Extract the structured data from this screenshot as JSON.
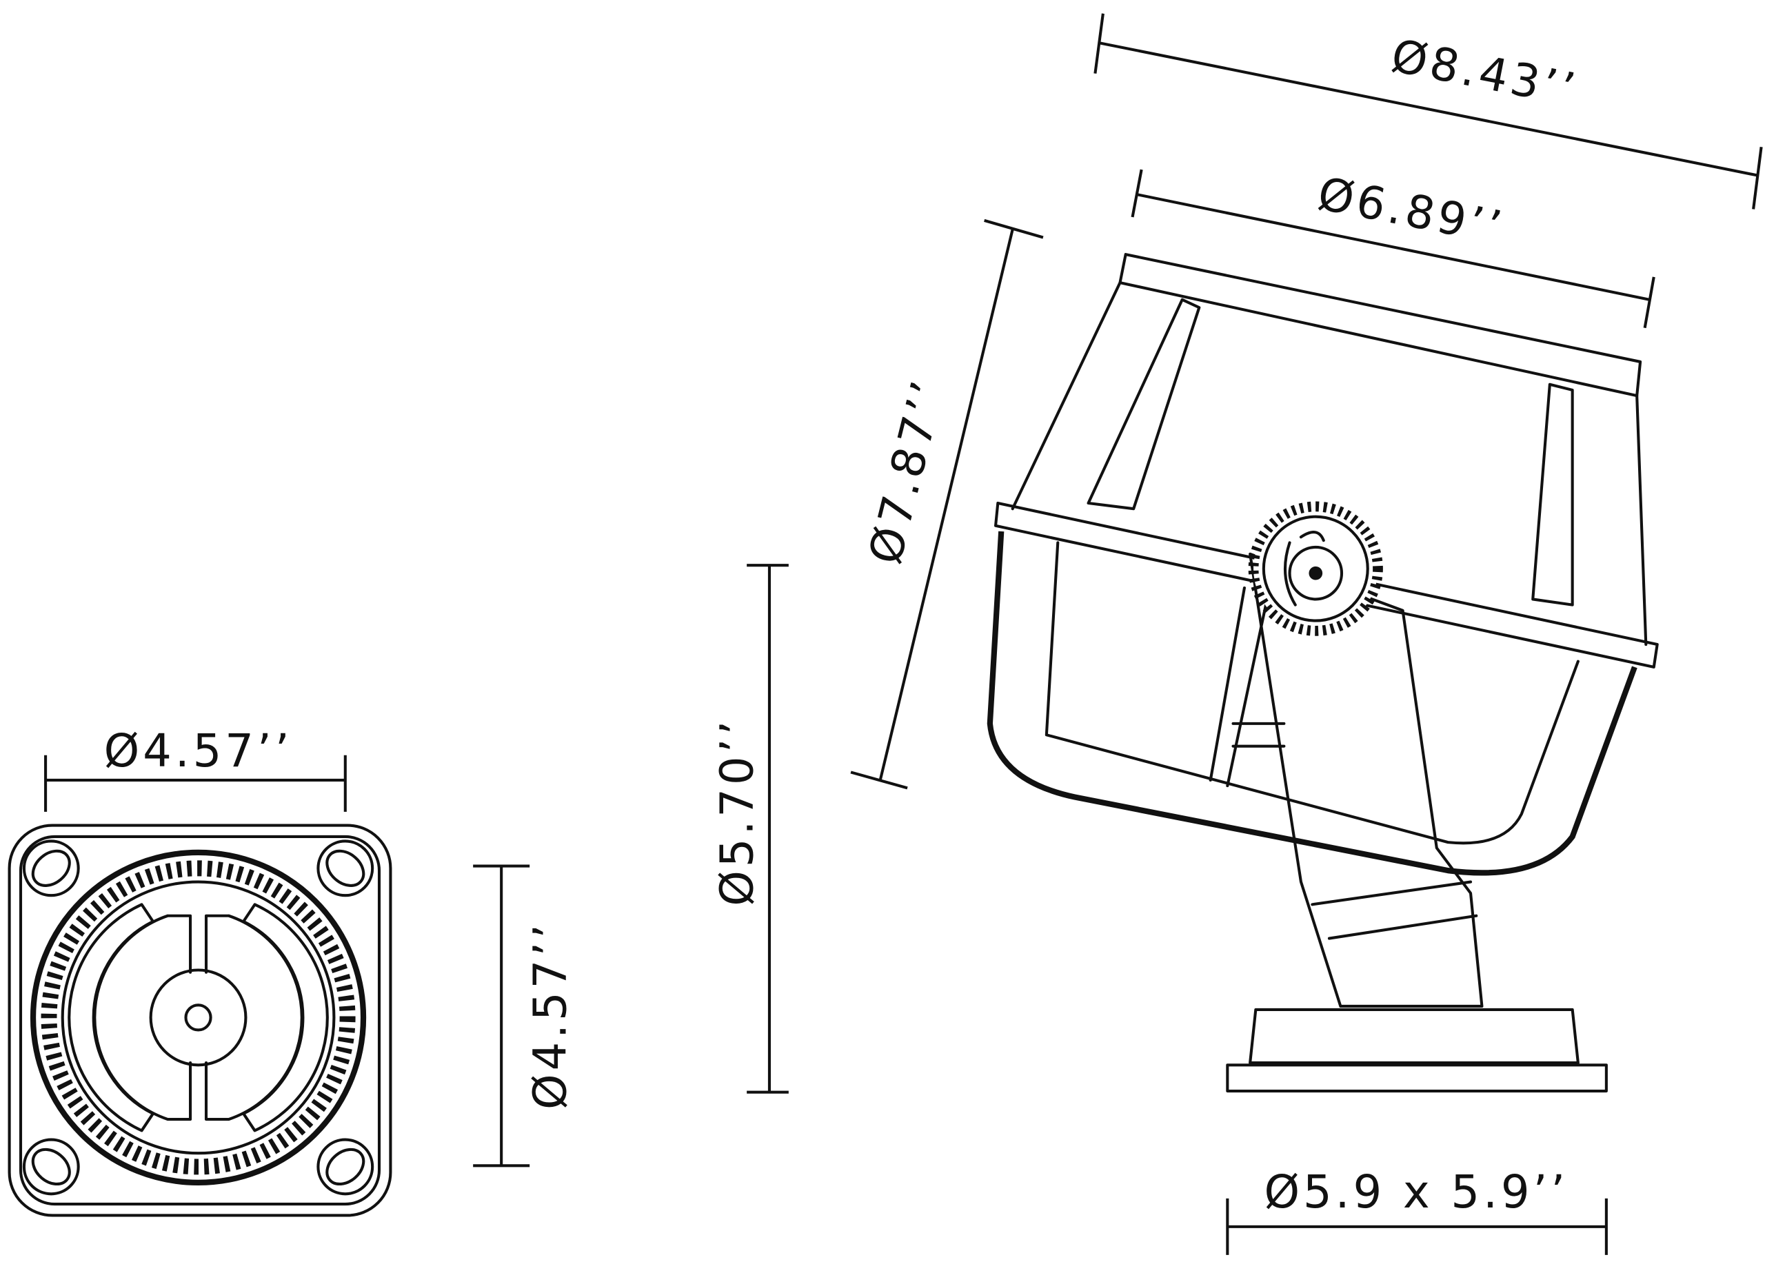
{
  "dimensions": {
    "overall_width": "Ø8.43’’",
    "top_width": "Ø6.89’’",
    "head_height": "Ø7.87’’",
    "total_height": "Ø5.70’’",
    "front_width": "Ø4.57’’",
    "front_height": "Ø4.57’’",
    "base_size": "Ø5.9 x 5.9’’"
  }
}
